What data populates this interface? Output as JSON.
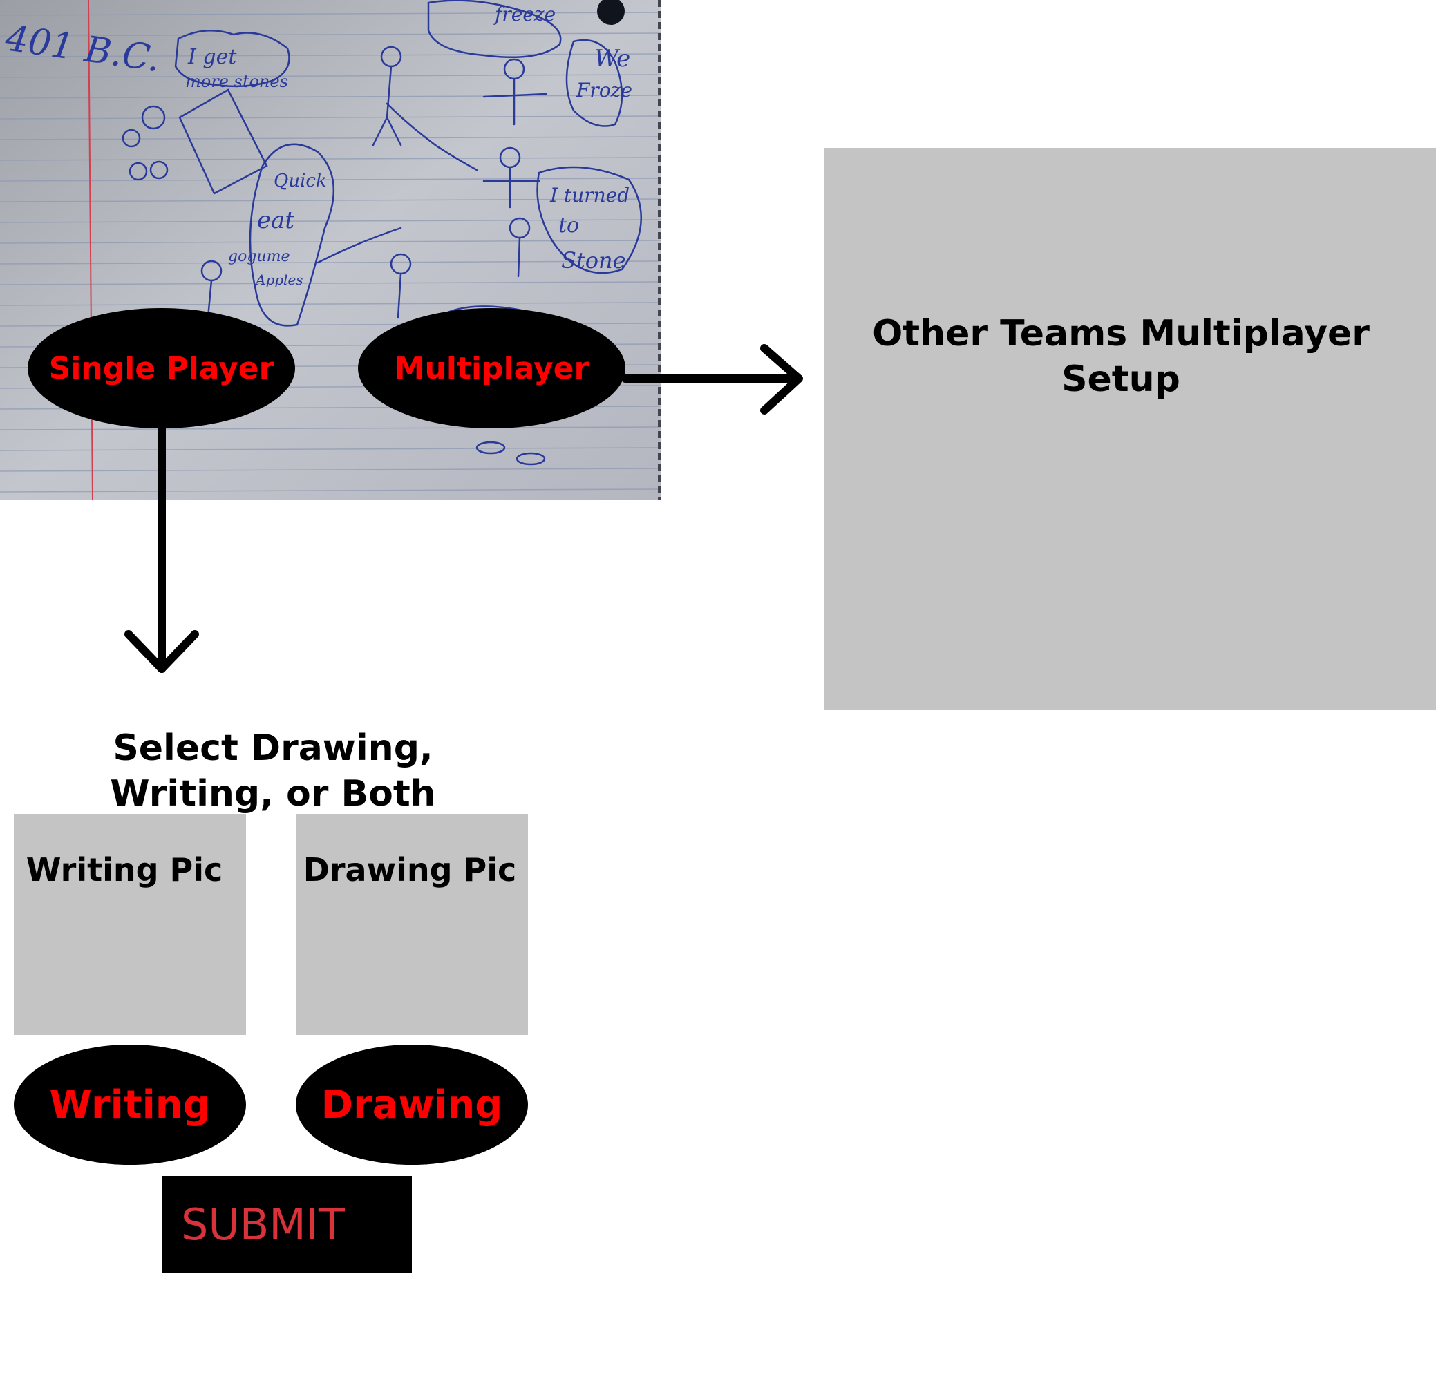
{
  "sketch": {
    "handwriting": [
      "401 B.C.",
      "I get more stones",
      "Quick eat gogume Apples",
      "We Froze",
      "I turned to stone",
      "freeze"
    ]
  },
  "buttons": {
    "single_player": "Single Player",
    "multiplayer": "Multiplayer",
    "writing": "Writing",
    "drawing": "Drawing",
    "submit": "SUBMIT"
  },
  "multiplayer_panel": {
    "title": "Other Teams Multiplayer Setup"
  },
  "single_player_flow": {
    "heading": "Select Drawing, Writing, or Both",
    "writing_pic": "Writing Pic",
    "drawing_pic": "Drawing Pic"
  },
  "colors": {
    "button_fill": "#000000",
    "button_text": "#ff0000",
    "submit_text": "#d8323a",
    "placeholder_gray": "#c4c4c4"
  }
}
